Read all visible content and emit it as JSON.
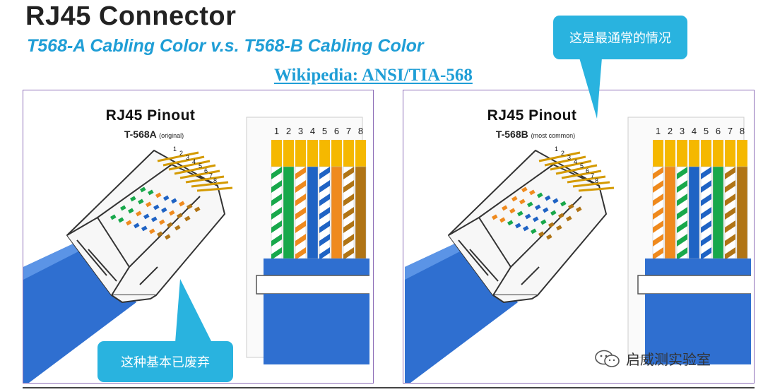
{
  "title": "RJ45 Connector",
  "subtitle": "T568-A Cabling Color v.s. T568-B Cabling Color",
  "link_text": "Wikipedia: ANSI/TIA-568",
  "panels": [
    {
      "heading": "RJ45  Pinout",
      "standard": "T-568A",
      "note": "(original)",
      "pins": [
        "1",
        "2",
        "3",
        "4",
        "5",
        "6",
        "7",
        "8"
      ],
      "wires": [
        {
          "base": "#ffffff",
          "stripe": "#18a84b"
        },
        {
          "base": "#18a84b",
          "stripe": ""
        },
        {
          "base": "#ffffff",
          "stripe": "#ef8a1e"
        },
        {
          "base": "#1f63c4",
          "stripe": ""
        },
        {
          "base": "#ffffff",
          "stripe": "#1f63c4"
        },
        {
          "base": "#ef8a1e",
          "stripe": ""
        },
        {
          "base": "#ffffff",
          "stripe": "#b07415"
        },
        {
          "base": "#b07415",
          "stripe": ""
        }
      ]
    },
    {
      "heading": "RJ45  Pinout",
      "standard": "T-568B",
      "note": "(most common)",
      "pins": [
        "1",
        "2",
        "3",
        "4",
        "5",
        "6",
        "7",
        "8"
      ],
      "wires": [
        {
          "base": "#ffffff",
          "stripe": "#ef8a1e"
        },
        {
          "base": "#ef8a1e",
          "stripe": ""
        },
        {
          "base": "#ffffff",
          "stripe": "#18a84b"
        },
        {
          "base": "#1f63c4",
          "stripe": ""
        },
        {
          "base": "#ffffff",
          "stripe": "#1f63c4"
        },
        {
          "base": "#18a84b",
          "stripe": ""
        },
        {
          "base": "#ffffff",
          "stripe": "#b07415"
        },
        {
          "base": "#b07415",
          "stripe": ""
        }
      ]
    }
  ],
  "callouts": {
    "top": "这是最通常的情况",
    "bottom": "这种基本已废弃"
  },
  "watermark": "启威测实验室",
  "colors": {
    "accent": "#1f9ed6",
    "callout": "#29b3df",
    "panel_border": "#8e6fb8",
    "cable_blue": "#2f6fd0",
    "contact_gold": "#f5b800"
  },
  "icons": [
    "wechat-icon"
  ]
}
